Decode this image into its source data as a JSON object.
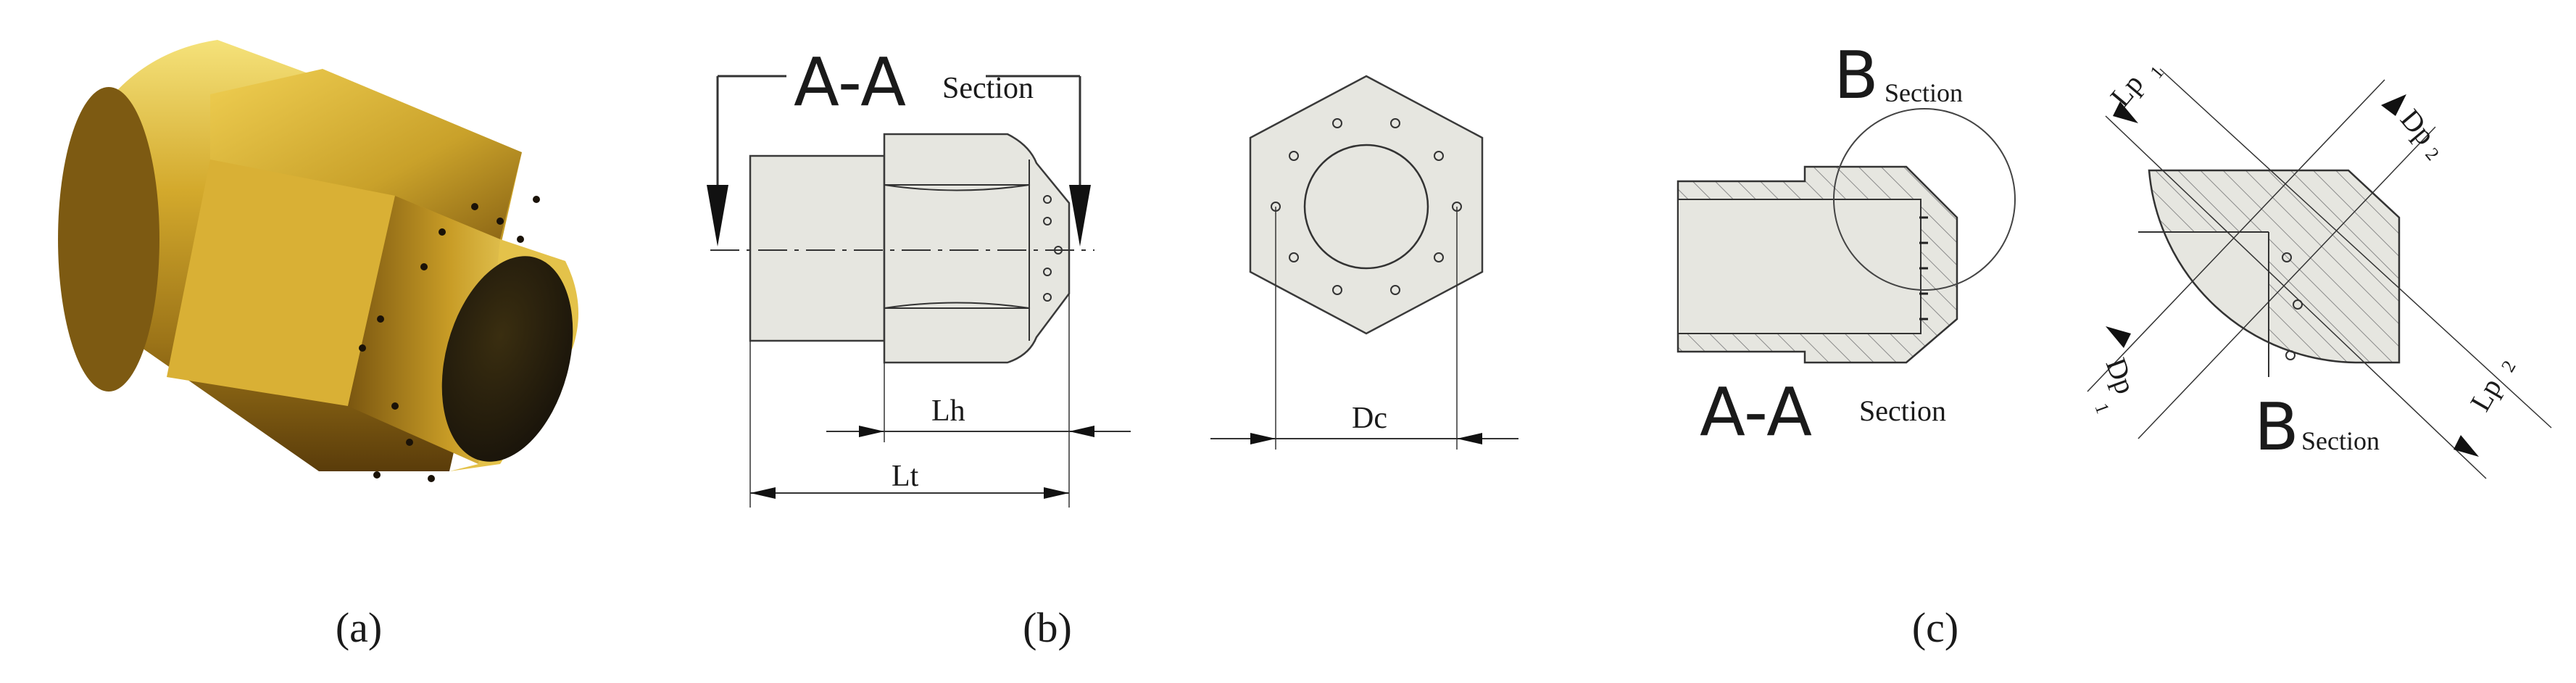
{
  "panels": [
    {
      "id": "a",
      "caption": "(a)"
    },
    {
      "id": "b",
      "caption": "(b)"
    },
    {
      "id": "c",
      "caption": "(c)"
    }
  ],
  "panel_b": {
    "section_big": "A-A",
    "section_small": "Section",
    "dim_lh": "Lh",
    "dim_lt": "Lt",
    "dim_dc": "Dc"
  },
  "panel_c": {
    "b_top_big": "B",
    "b_top_small": "Section",
    "aa_big": "A-A",
    "aa_small": "Section",
    "b_bottom_big": "B",
    "b_bottom_small": "Section",
    "lp1_top": "Lp",
    "lp1_top_sub": "1",
    "dp2": "Dp",
    "dp2_sub": "2",
    "dp1": "Dp",
    "dp1_sub": "1",
    "lp2": "Lp",
    "lp2_sub": "2"
  },
  "colors": {
    "brass_light": "#f2d45a",
    "brass_mid": "#c9a12a",
    "brass_dark": "#6e4e0e",
    "cap_dark": "#2a220c",
    "part_fill": "#e6e6e0",
    "hatch": "#8a8a8a"
  }
}
